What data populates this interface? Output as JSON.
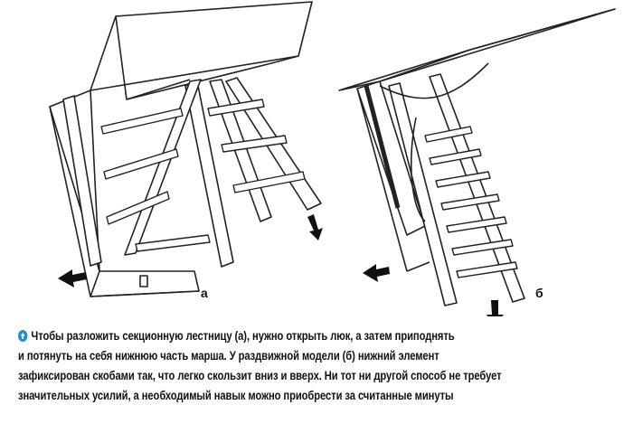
{
  "figure": {
    "label_a": "а",
    "label_b": "б"
  },
  "caption": {
    "icon": "info-arrow-up-icon",
    "accent": "#1d8fd6",
    "lines": [
      "Чтобы разложить секционную лестницу (а), нужно открыть люк, а затем приподнять",
      "и потянуть на себя нижнюю часть марша. У раздвижной модели (б) нижний элемент",
      "зафиксирован скобами так, что легко скользит вниз и вверх. Ни тот ни другой способ не требует",
      "значительных усилий, а необходимый навык можно приобрести за считанные минуты"
    ]
  }
}
